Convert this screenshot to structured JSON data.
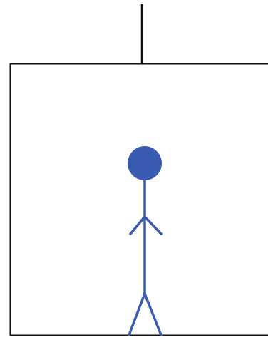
{
  "diagram": {
    "colors": {
      "background": "#ffffff",
      "outline": "#111111",
      "figure": "#3a5bb2"
    },
    "elements": {
      "suspension_line": "line",
      "box": "rectangle",
      "person": "stick-figure"
    }
  }
}
